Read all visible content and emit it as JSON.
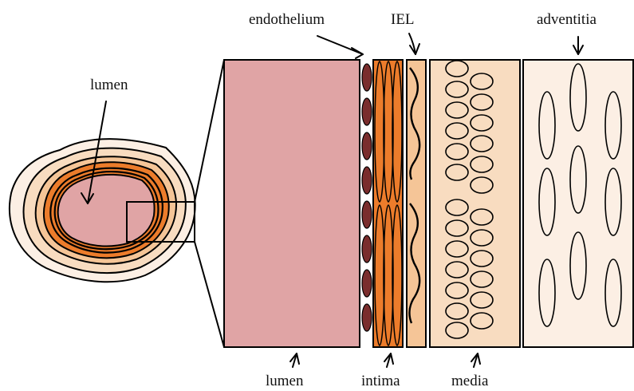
{
  "labels": {
    "lumen_top": "lumen",
    "endothelium": "endothelium",
    "iel": "IEL",
    "adventitia": "adventitia",
    "lumen_bottom": "lumen",
    "intima": "intima",
    "media": "media"
  },
  "colors": {
    "lumen": "#e0a4a5",
    "endothelial_cell": "#7a2d2d",
    "intima": "#ec7c2b",
    "iel": "#f5c597",
    "media": "#f8dcc0",
    "adventitia": "#fcefe4",
    "outline": "#000000"
  }
}
